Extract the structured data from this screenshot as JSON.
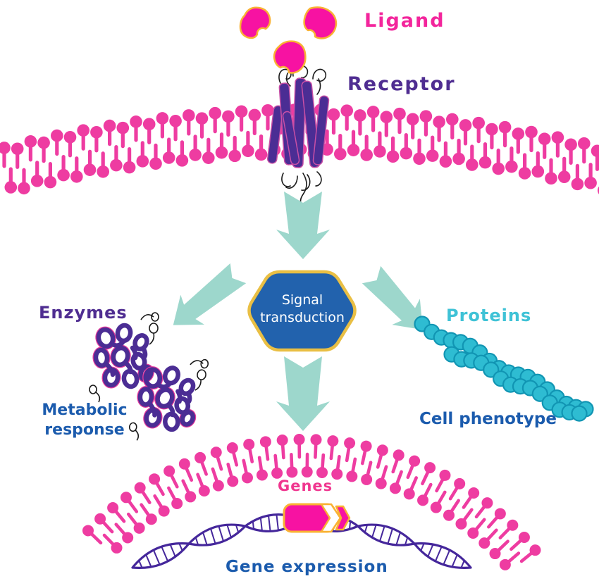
{
  "title": "Signal transduction pathway diagram",
  "labels": {
    "ligand": "Ligand",
    "receptor": "Receptor",
    "enzymes": "Enzymes",
    "proteins": "Proteins",
    "genes": "Genes",
    "signal_line1": "Signal",
    "signal_line2": "transduction",
    "metabolic_line1": "Metabolic",
    "metabolic_line2": "response",
    "cell_phenotype": "Cell phenotype",
    "gene_expression": "Gene expression"
  },
  "colors": {
    "pink_membrane": "#ee3ca1",
    "pink_ligand": "#f712a2",
    "orange_outline": "#f9b233",
    "purple_receptor": "#4b2d94",
    "receptor_edge": "#c84fa6",
    "purple_label": "#4f2d91",
    "teal_arrow": "#9dd7cc",
    "blue_box": "#2262ad",
    "gold_border": "#e9bf44",
    "cyan_bead": "#2ebcd2",
    "cyan_bead_outline": "#1195b3",
    "cyan_label": "#3fc2d6",
    "blue_text": "#1b5bad",
    "dna_purple": "#45279b",
    "genes_pink": "#f0368f",
    "enzyme_pink": "#e83a9c",
    "squiggle_black": "#1a1a1a"
  }
}
